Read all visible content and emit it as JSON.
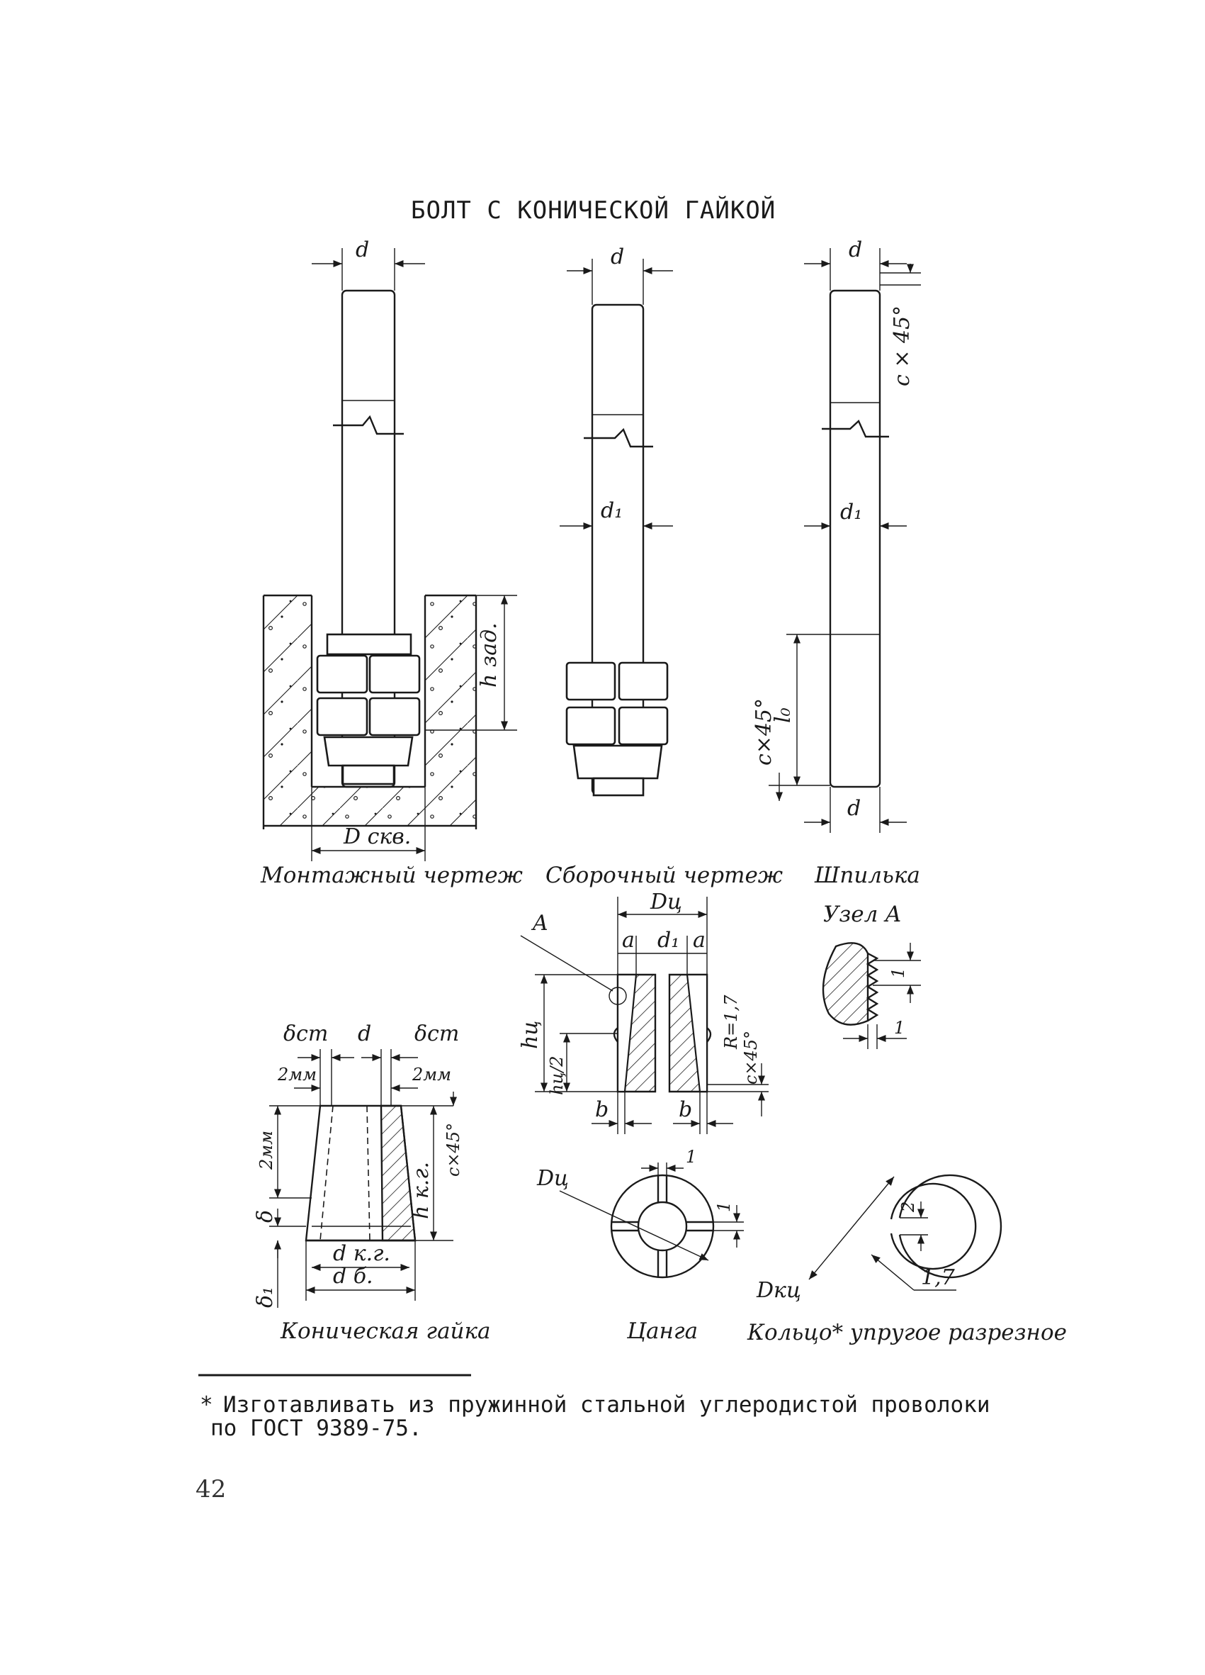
{
  "title": "БОЛТ С КОНИЧЕСКОЙ ГАЙКОЙ",
  "views": {
    "mounting": {
      "caption": "Монтажный чертеж",
      "labels": {
        "d": "d",
        "h_zad": "h зад.",
        "D_skv": "D скв."
      }
    },
    "assembly": {
      "caption": "Сборочный чертеж",
      "labels": {
        "d": "d",
        "d1": "d₁"
      }
    },
    "stud": {
      "caption": "Шпилька",
      "labels": {
        "d_top": "d",
        "chamfer_top": "c × 45°",
        "d1": "d₁",
        "l0": "l₀",
        "chamfer_bottom": "c×45°",
        "d_bottom": "d"
      }
    },
    "collet": {
      "label_A": "A",
      "labels": {
        "D_c": "Dц",
        "a_left": "a",
        "d1": "d₁",
        "a_right": "a",
        "h_c": "hц",
        "h_half": "hц/2",
        "radius": "R=1,7",
        "chamfer": "c×45°",
        "b_left": "b",
        "b_right": "b"
      }
    },
    "node_A": {
      "caption": "Узел А",
      "labels": {
        "dim_1_vertical": "1",
        "dim_1_horizontal": "1"
      }
    },
    "conical_nut": {
      "caption": "Коническая гайка",
      "labels": {
        "delta_st_left": "δст",
        "d": "d",
        "delta_st_right": "δст",
        "mm2_left": "2мм",
        "mm2_right": "2мм",
        "mm2_vertical": "2мм",
        "h_kg": "h к.г.",
        "chamfer": "c×45°",
        "delta": "δ",
        "delta1": "δ₁",
        "d_kg": "d к.г.",
        "d_b": "d б."
      }
    },
    "collet_plan": {
      "caption": "Цанга",
      "labels": {
        "D_c": "Dц",
        "gap_top": "1",
        "gap_side": "1"
      }
    },
    "ring": {
      "caption": "Кольцо* упругое разрезное",
      "labels": {
        "D_kc": "Dкц",
        "gap": "2",
        "wire": "1,7"
      }
    }
  },
  "footnote": {
    "mark": "*",
    "line1": "Изготавливать из пружинной стальной углеродистой проволоки",
    "line2": "по ГОСТ 9389-75."
  },
  "page_number": "42"
}
